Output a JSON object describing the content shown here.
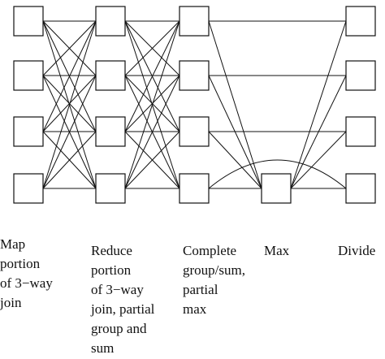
{
  "diagram": {
    "stages": [
      {
        "id": "map",
        "label": "Map\nportion\nof 3−way\njoin",
        "nodes": 4
      },
      {
        "id": "reduce",
        "label": "Reduce\nportion\nof 3−way\njoin, partial\ngroup and\nsum",
        "nodes": 4
      },
      {
        "id": "complete",
        "label": "Complete\ngroup/sum,\npartial\nmax",
        "nodes": 4
      },
      {
        "id": "max",
        "label": "Max",
        "nodes": 1
      },
      {
        "id": "divide",
        "label": "Divide",
        "nodes": 4
      }
    ],
    "connections": [
      {
        "from": "map",
        "to": "reduce",
        "pattern": "all-to-all"
      },
      {
        "from": "reduce",
        "to": "complete",
        "pattern": "all-to-all"
      },
      {
        "from": "complete",
        "to": "max",
        "pattern": "all-to-one"
      },
      {
        "from": "complete",
        "to": "divide",
        "pattern": "row-to-row"
      },
      {
        "from": "max",
        "to": "divide",
        "pattern": "one-to-all"
      }
    ]
  }
}
